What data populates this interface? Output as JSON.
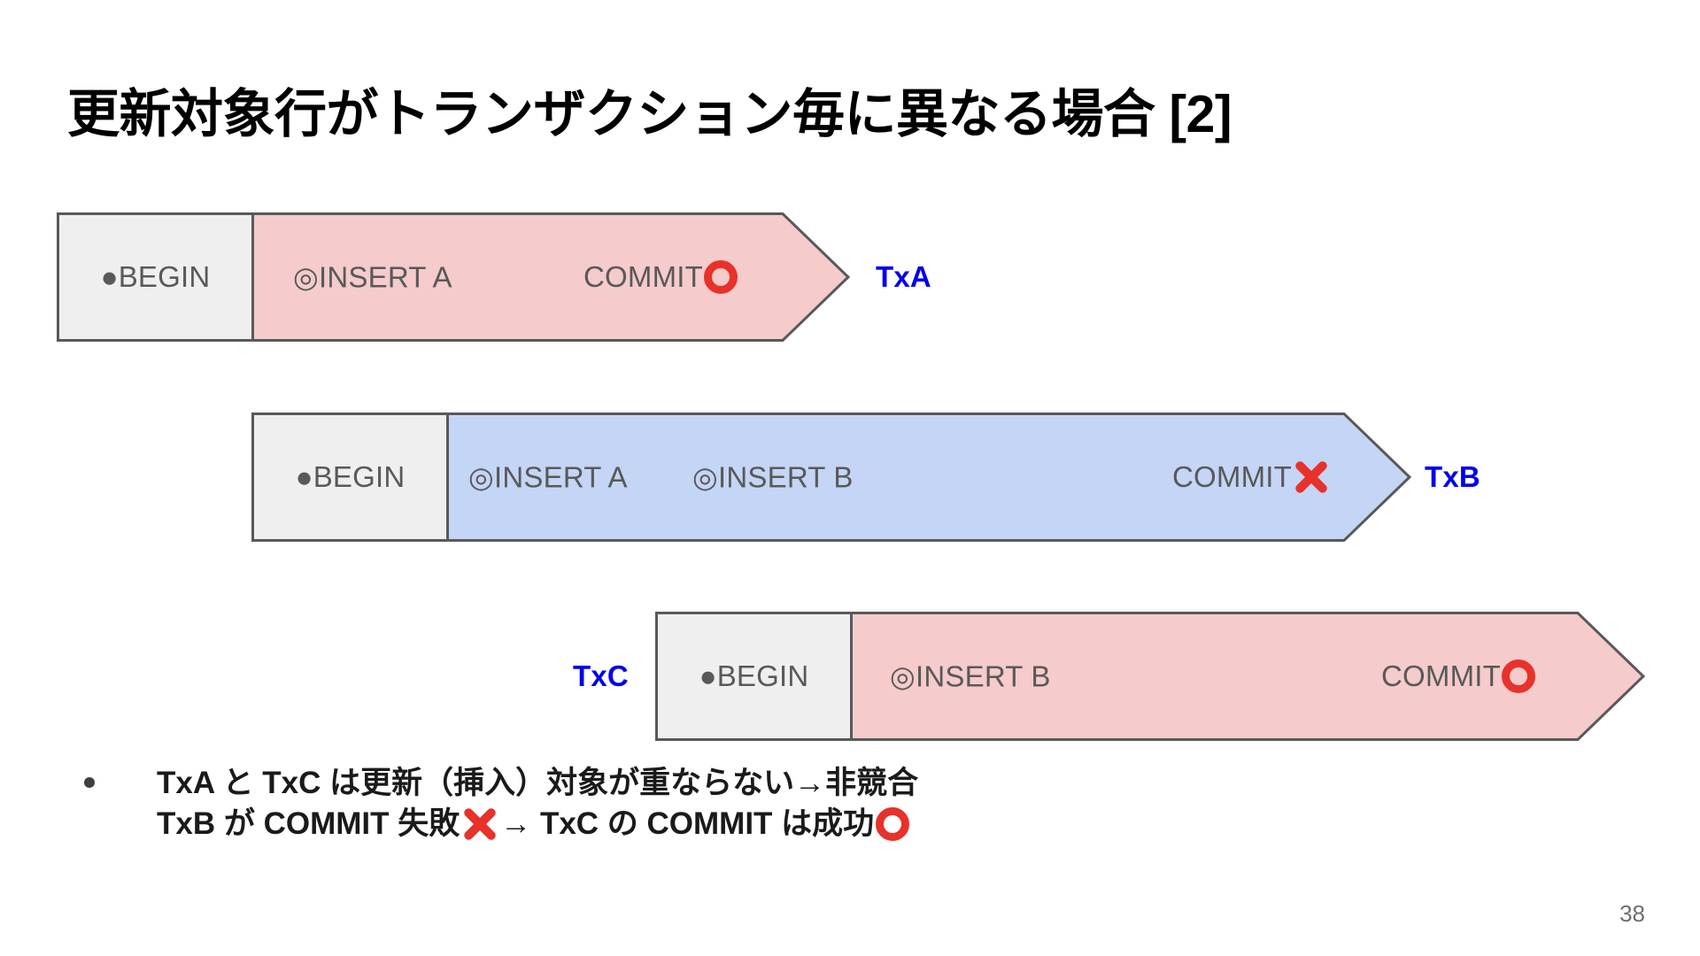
{
  "slide": {
    "title": "更新対象行がトランザクション毎に異なる場合 [2]",
    "page_number": "38"
  },
  "colors": {
    "pink_fill": "#F5CBCB",
    "blue_fill": "#C5D5F5",
    "grey_fill": "#EFEFEF",
    "outline": "#595959",
    "text_grey": "#595959",
    "tx_label_blue": "#0000EE",
    "mark_red": "#E8312A"
  },
  "transactions": [
    {
      "id": "txa",
      "name": "TxA",
      "name_side": "right",
      "fill": "#F5CBCB",
      "begin_label": "●BEGIN",
      "operations": [
        "◎INSERT A"
      ],
      "commit_label": "COMMIT",
      "commit_result": "ok"
    },
    {
      "id": "txb",
      "name": "TxB",
      "name_side": "right",
      "fill": "#C5D5F5",
      "begin_label": "●BEGIN",
      "operations": [
        "◎INSERT A",
        "◎INSERT B"
      ],
      "commit_label": "COMMIT",
      "commit_result": "ng"
    },
    {
      "id": "txc",
      "name": "TxC",
      "name_side": "left",
      "fill": "#F5CBCB",
      "begin_label": "●BEGIN",
      "operations": [
        "◎INSERT B"
      ],
      "commit_label": "COMMIT",
      "commit_result": "ok"
    }
  ],
  "bullet": {
    "line1": "TxA と TxC は更新（挿入）対象が重ならない→非競合",
    "line2_a": "TxB が COMMIT 失敗",
    "line2_b": "→ TxC の COMMIT は成功",
    "line2_mark1": "ng",
    "line2_mark2": "ok"
  }
}
